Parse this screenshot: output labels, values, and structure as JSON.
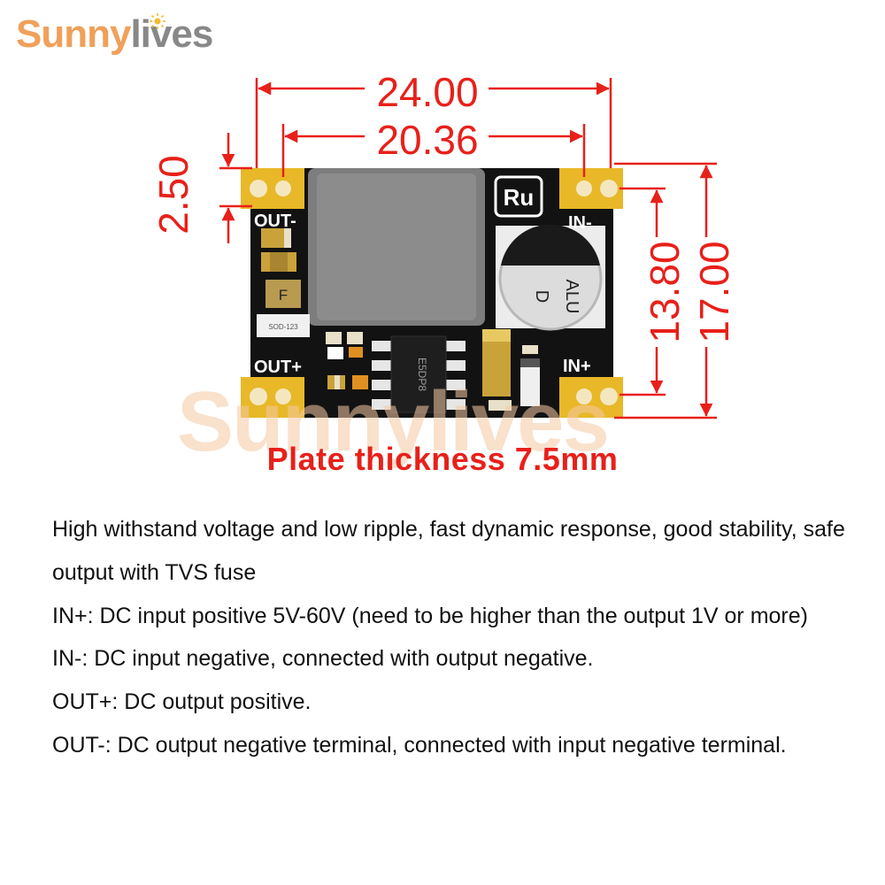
{
  "brand": {
    "logo_part1": "Sunny",
    "logo_part2": "lives",
    "watermark": "Sunnylives"
  },
  "colors": {
    "dimension": "#e8201a",
    "brand_orange": "#f0a05a",
    "brand_gray": "#888888",
    "pcb": "#121212",
    "pad": "#e8b828"
  },
  "dimensions": {
    "overall_width": "24.00",
    "pad_span": "20.36",
    "pad_offset": "2.50",
    "pad_vertical_span": "13.80",
    "overall_height": "17.00"
  },
  "board_labels": {
    "out_minus": "OUT-",
    "out_plus": "OUT+",
    "in_minus": "IN-",
    "in_plus": "IN+",
    "logo": "Ru",
    "cap_text_1": "ALU",
    "cap_text_2": "D",
    "chip": "E5DP8",
    "fuse": "F",
    "diode": "SOD-123"
  },
  "thickness_note": "Plate thickness 7.5mm",
  "description": [
    "High withstand voltage and low ripple, fast dynamic response, good stability, safe output with TVS fuse",
    "IN+: DC input positive 5V-60V (need to be higher than the output 1V or more)",
    "IN-: DC input negative, connected with output negative.",
    "OUT+: DC output positive.",
    "OUT-: DC output negative terminal, connected with input negative terminal."
  ]
}
